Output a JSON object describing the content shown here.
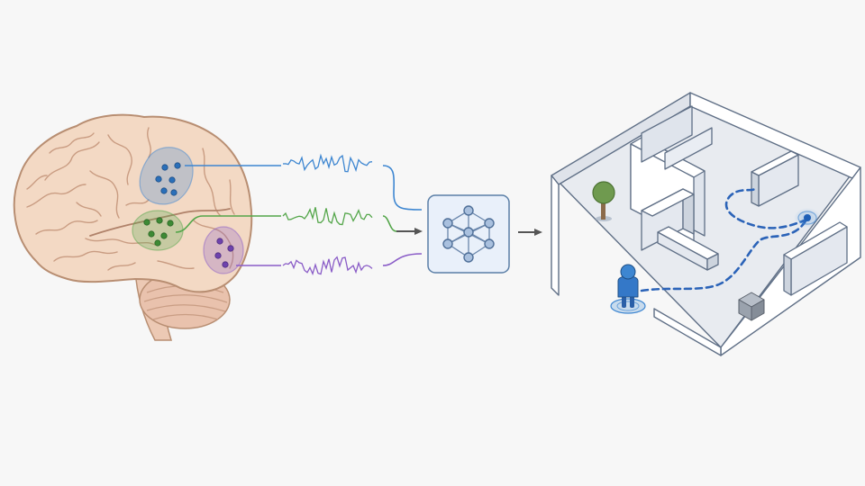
{
  "colors": {
    "background": "#f7f7f7",
    "brain_fill": "#f3d9c4",
    "brain_stroke": "#b88e72",
    "cerebellum_fill": "#e9c2ad",
    "region_blue": "#3d86d1",
    "region_green": "#54a64a",
    "region_purple": "#8a5cc7",
    "decoder_fill": "#e9f0fa",
    "decoder_stroke": "#5a7ea6",
    "room_floor": "#e8ebf0",
    "room_wall": "#ffffff",
    "room_stroke": "#5f6f86",
    "path": "#2b63b8",
    "arrow": "#555555"
  },
  "brain": {
    "regions": [
      {
        "name": "blue-region",
        "color": "#3d86d1",
        "electrode_count": 5
      },
      {
        "name": "green-region",
        "color": "#54a64a",
        "electrode_count": 5
      },
      {
        "name": "purple-region",
        "color": "#8a5cc7",
        "electrode_count": 4
      }
    ]
  },
  "signals": [
    {
      "channel": "blue",
      "color": "#3d86d1"
    },
    {
      "channel": "green",
      "color": "#54a64a"
    },
    {
      "channel": "purple",
      "color": "#8a5cc7"
    }
  ],
  "decoder": {
    "icon": "neural-network-icon",
    "node_count": 8
  },
  "environment": {
    "agent_icon": "person-icon",
    "target_icon": "target-icon",
    "objects": [
      "tree-icon",
      "box-icon"
    ]
  }
}
